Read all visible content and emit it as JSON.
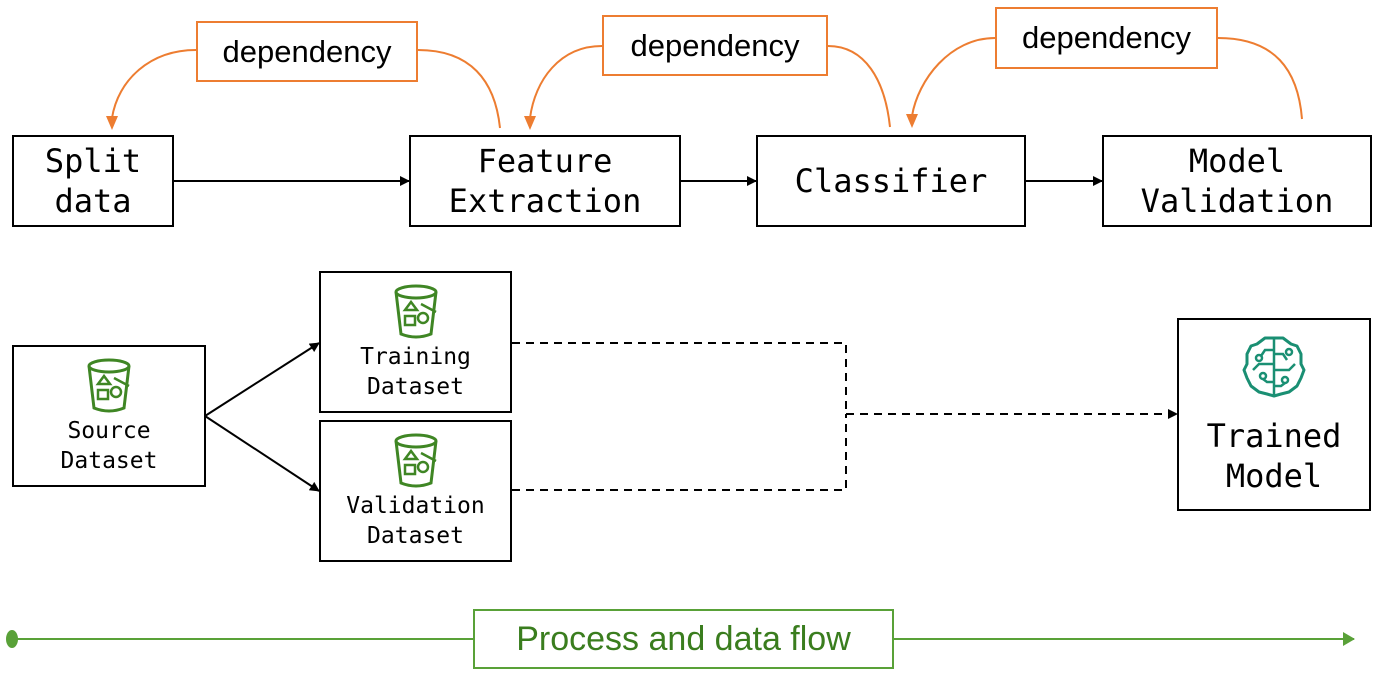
{
  "pipeline": {
    "stages": [
      {
        "line1": "Split",
        "line2": "data"
      },
      {
        "line1": "Feature",
        "line2": "Extraction"
      },
      {
        "line1": "Classifier"
      },
      {
        "line1": "Model",
        "line2": "Validation"
      }
    ],
    "dependency_label": "dependency"
  },
  "data_flow": {
    "source": {
      "line1": "Source",
      "line2": "Dataset",
      "icon": "bucket-icon"
    },
    "training": {
      "line1": "Training",
      "line2": "Dataset",
      "icon": "bucket-icon"
    },
    "validation": {
      "line1": "Validation",
      "line2": "Dataset",
      "icon": "bucket-icon"
    },
    "model": {
      "line1": "Trained",
      "line2": "Model",
      "icon": "brain-circuit-icon"
    }
  },
  "footer": {
    "label": "Process and data flow"
  },
  "colors": {
    "dependency": "#ed7d31",
    "flow": "#59a138",
    "icon": "#3f8624",
    "model_icon": "#1a8f73"
  }
}
